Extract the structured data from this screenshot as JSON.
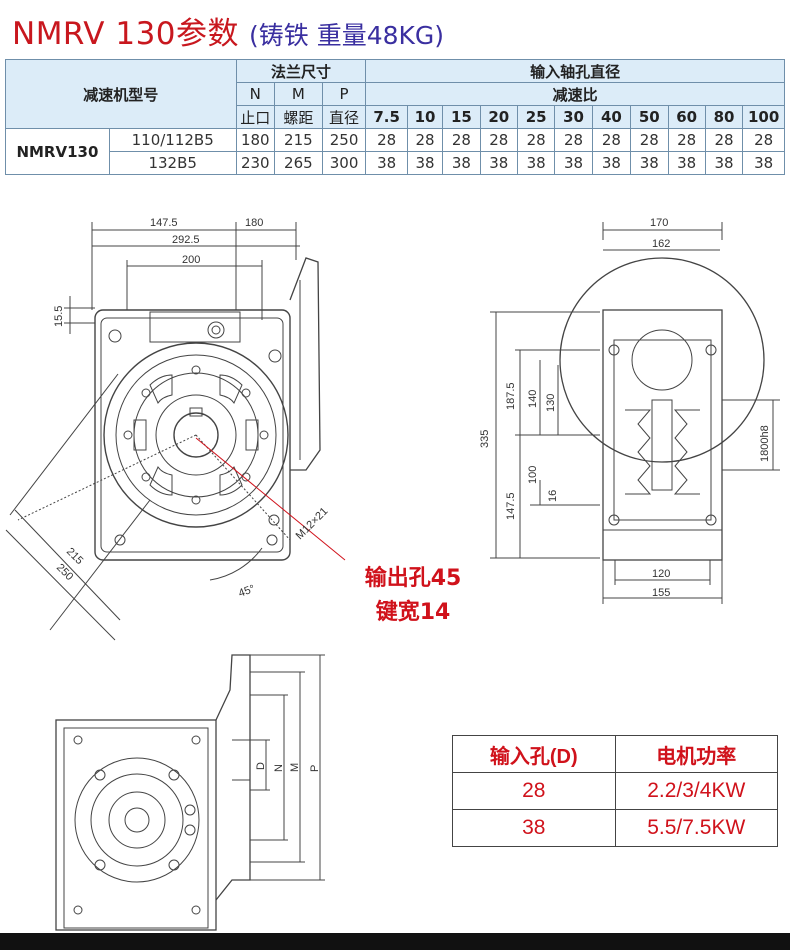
{
  "title": {
    "main": "NMRV 130参数",
    "sub": "(铸铁 重量48KG)"
  },
  "spec_table": {
    "model_header": "减速机型号",
    "flange_header": "法兰尺寸",
    "input_header": "输入轴孔直径",
    "ratio_header": "减速比",
    "n_label": "N",
    "m_label": "M",
    "p_label": "P",
    "n_sub": "止口",
    "m_sub": "螺距",
    "p_sub": "直径",
    "ratios": [
      "7.5",
      "10",
      "15",
      "20",
      "25",
      "30",
      "40",
      "50",
      "60",
      "80",
      "100"
    ],
    "model": "NMRV130",
    "rows": [
      {
        "flange": "110/112B5",
        "n": "180",
        "m": "215",
        "p": "250",
        "bores": [
          "28",
          "28",
          "28",
          "28",
          "28",
          "28",
          "28",
          "28",
          "28",
          "28",
          "28"
        ]
      },
      {
        "flange": "132B5",
        "n": "230",
        "m": "265",
        "p": "300",
        "bores": [
          "38",
          "38",
          "38",
          "38",
          "38",
          "38",
          "38",
          "38",
          "38",
          "38",
          "38"
        ]
      }
    ]
  },
  "drawing": {
    "front": {
      "d147_5": "147.5",
      "d180": "180",
      "d292_5": "292.5",
      "d200": "200",
      "d15_5": "15.5",
      "d215": "215",
      "d250": "250",
      "thread": "M12×21",
      "angle": "45°"
    },
    "side": {
      "d170": "170",
      "d162": "162",
      "d335": "335",
      "d187_5": "187.5",
      "d147_5": "147.5",
      "d140": "140",
      "d130": "130",
      "d100": "100",
      "d16": "16",
      "shaft": "1800h8",
      "d120": "120",
      "d155": "155"
    },
    "flange_view": {
      "lbl_d": "D",
      "lbl_n": "N",
      "lbl_m": "M",
      "lbl_p": "P"
    }
  },
  "callout": {
    "line1": "输出孔45",
    "line2": "键宽14"
  },
  "power_table": {
    "headers": [
      "输入孔(D)",
      "电机功率"
    ],
    "rows": [
      [
        "28",
        "2.2/3/4KW"
      ],
      [
        "38",
        "5.5/7.5KW"
      ]
    ]
  },
  "colors": {
    "title_red": "#c8171e",
    "subtitle_blue": "#3a2fa0",
    "header_fill": "#dcecf8",
    "callout_red": "#d0121b"
  }
}
